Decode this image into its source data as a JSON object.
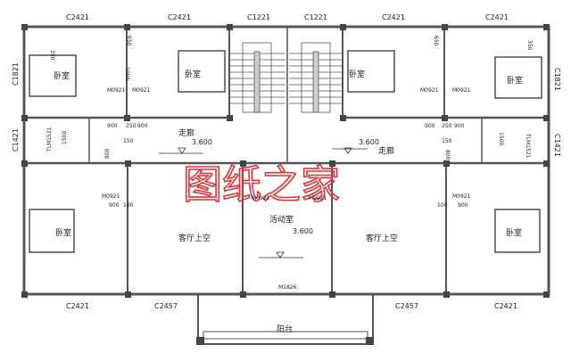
{
  "watermark": "图纸之家",
  "windows": {
    "top": [
      "C2421",
      "C2421",
      "C1221",
      "C1221",
      "C2421",
      "C2421"
    ],
    "bottom": [
      "C2421",
      "C2457",
      "C2457",
      "C2421"
    ],
    "left": [
      "C1821",
      "C1421"
    ],
    "right": [
      "C1821",
      "C1421"
    ]
  },
  "rooms": {
    "bedroom": "卧室",
    "corridor": "走廊",
    "living_void": "客厅上空",
    "activity": "活动室",
    "balcony": "阳台"
  },
  "elevations": {
    "corridor_left": "3.600",
    "corridor_right": "3.600",
    "activity": "3.600"
  },
  "doors": {
    "bedroom": "M0921",
    "main": "M1826",
    "bath": "TLM1521"
  },
  "dimensions": {
    "d900": "900",
    "d250": "250",
    "d150": "150",
    "d1500": "1500",
    "d800": "800",
    "d350": "350",
    "d650": "650",
    "d1000": "1000",
    "d100": "100"
  },
  "colors": {
    "wall": "#555555",
    "watermark": "#e0333a"
  }
}
